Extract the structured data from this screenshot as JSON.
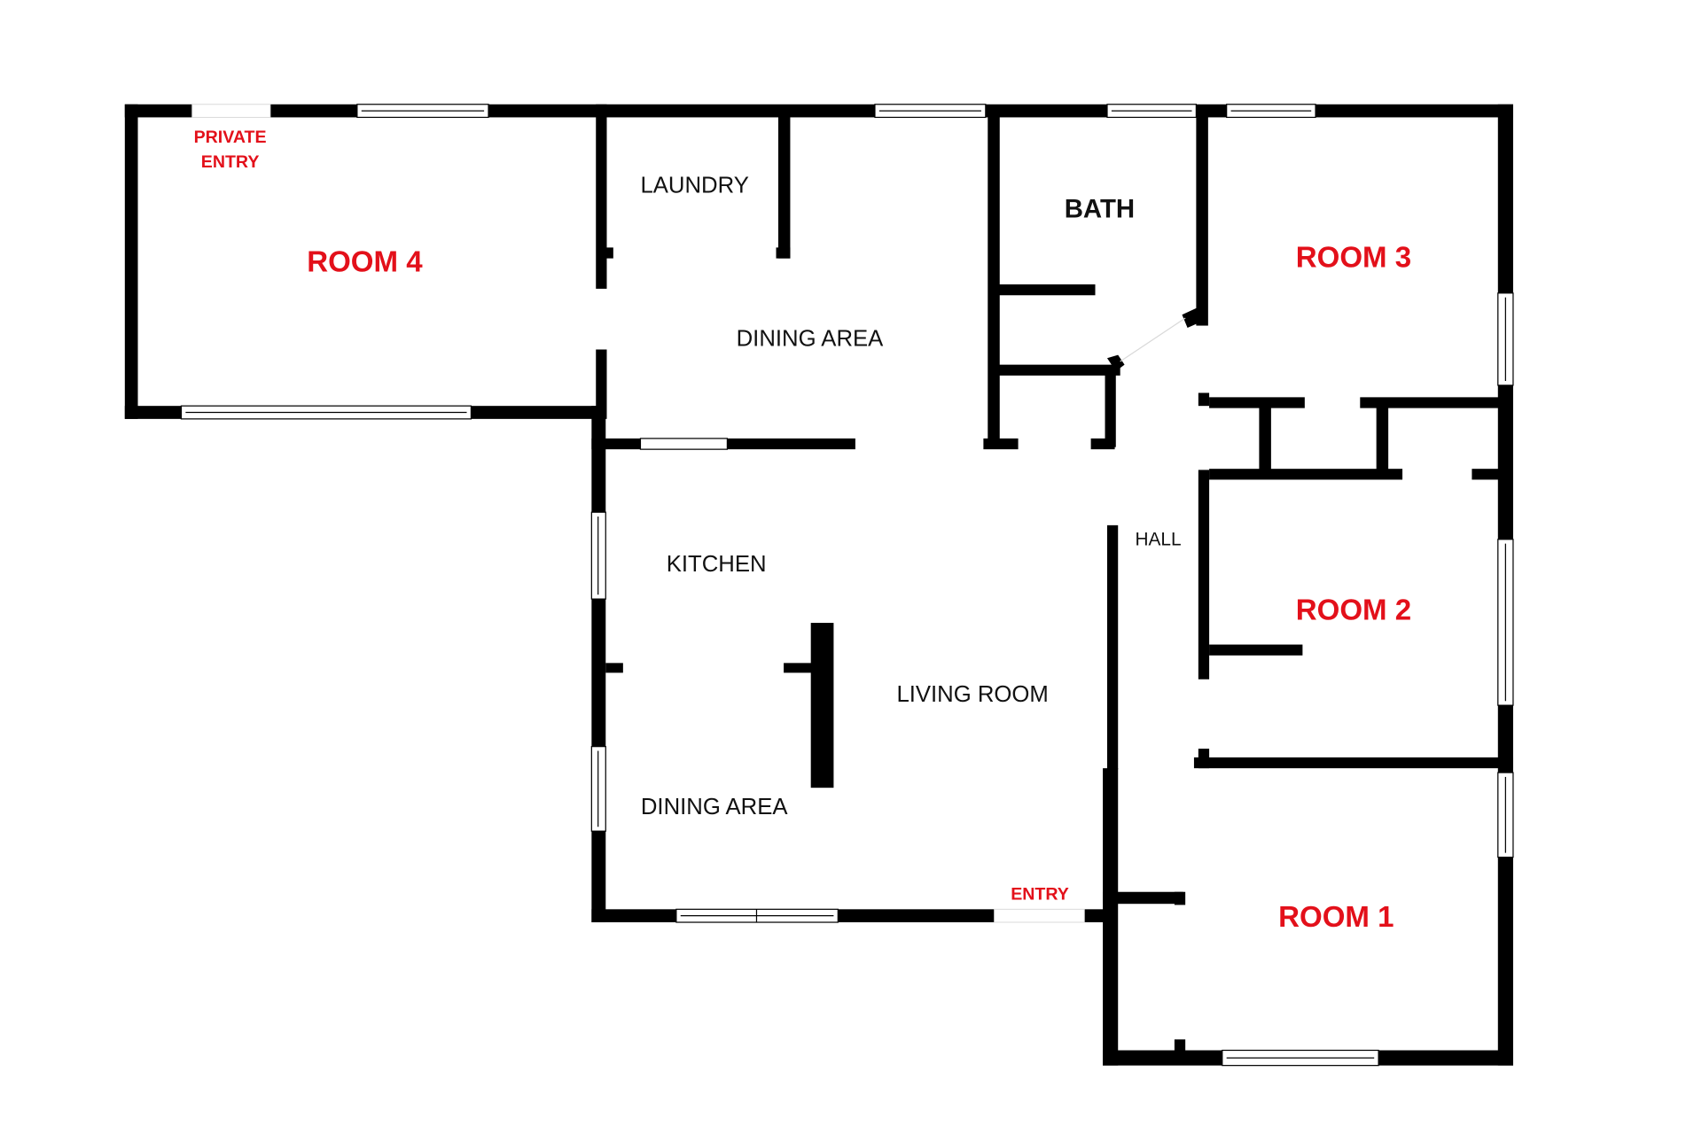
{
  "floorplan": {
    "colors": {
      "wall": "#000000",
      "room_label_red": "#e3101a",
      "area_label": "#111111",
      "background": "#ffffff"
    },
    "rooms": {
      "room4": "ROOM 4",
      "room3": "ROOM 3",
      "room2": "ROOM 2",
      "room1": "ROOM 1",
      "laundry": "LAUNDRY",
      "dining_upper": "DINING AREA",
      "bath": "BATH",
      "hall": "HALL",
      "kitchen": "KITCHEN",
      "living_room": "LIVING ROOM",
      "dining_lower": "DINING AREA"
    },
    "entries": {
      "private_entry_line1": "PRIVATE",
      "private_entry_line2": "ENTRY",
      "main_entry": "ENTRY"
    }
  }
}
